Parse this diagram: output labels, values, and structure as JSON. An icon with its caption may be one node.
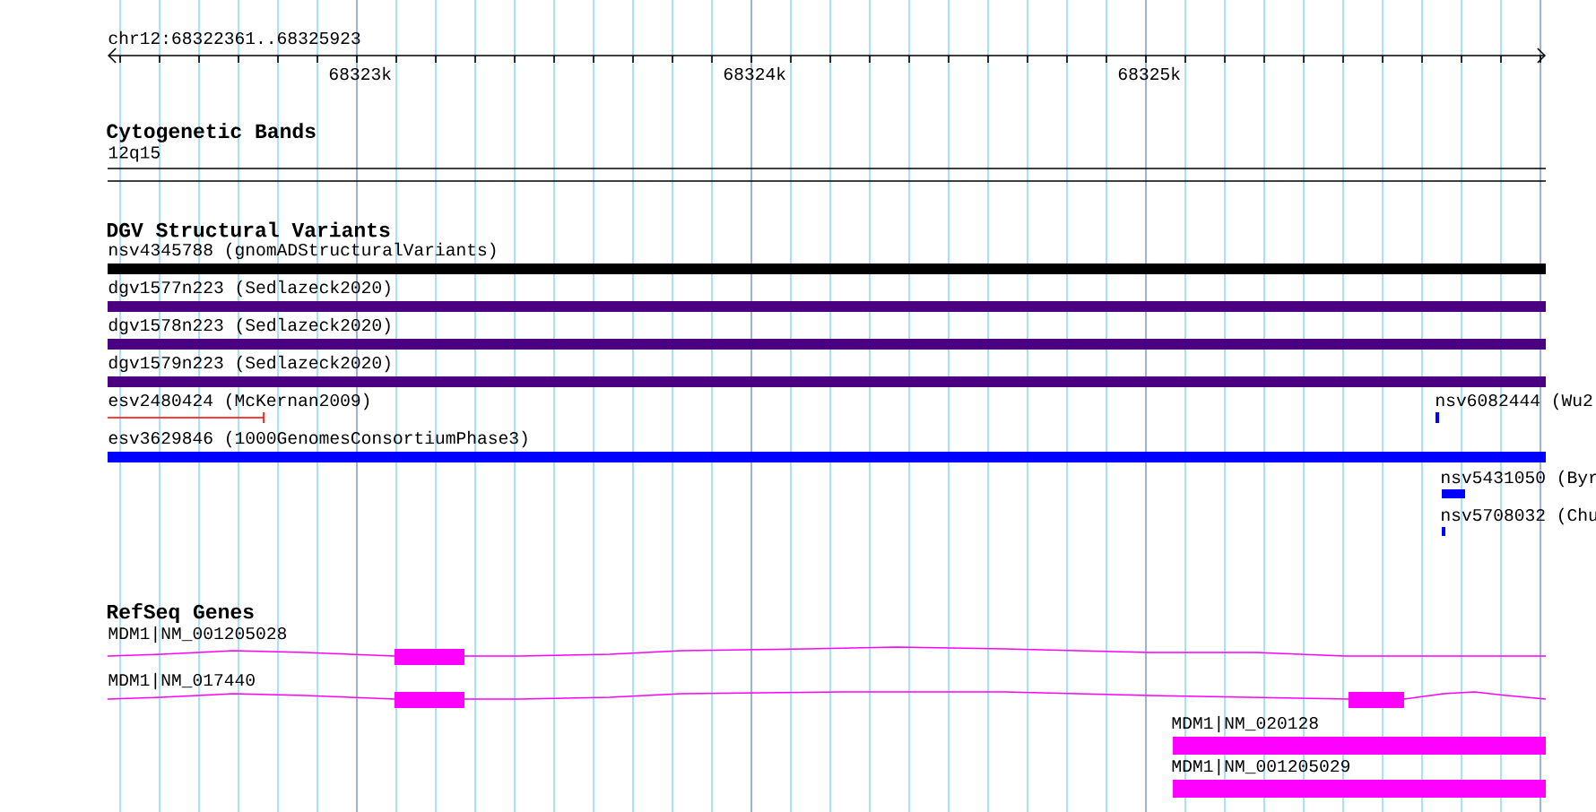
{
  "diagram": {
    "labels": [
      "chr12:68322361..68325923",
      "68323k",
      "68324k",
      "68325k",
      "Cytogenetic Bands",
      "12q15",
      "DGV Structural Variants",
      "nsv4345788 (gnomADStructuralVariants)",
      "dgv1577n223 (Sedlazeck2020)",
      "dgv1578n223 (Sedlazeck2020)",
      "dgv1579n223 (Sedlazeck2020)",
      "esv2480424 (McKernan2009)",
      "nsv6082444 (Wu2",
      "esv3629846 (1000GenomesConsortiumPhase3)",
      "nsv5431050 (Byr",
      "nsv5708032 (Chu",
      "RefSeq Genes",
      "MDM1|NM_001205028",
      "MDM1|NM_017440",
      "MDM1|NM_020128",
      "MDM1|NM_001205029"
    ]
  }
}
